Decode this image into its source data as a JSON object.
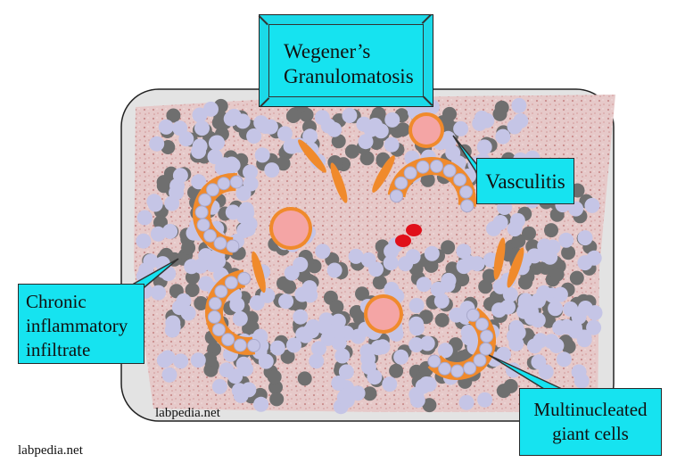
{
  "title": [
    "Wegener’s",
    "Granulomatosis"
  ],
  "labels": {
    "vasculitis": "Vasculitis",
    "chronic": [
      "Chronic",
      "inflammatory",
      "infiltrate"
    ],
    "giant": [
      "Multinucleated",
      "giant cells"
    ]
  },
  "watermark_inner": "labpedia.net",
  "watermark_outer": "labpedia.net",
  "colors": {
    "frame": "#e2e2e2",
    "tissue": "#e3c1c1",
    "lymphocyte": "#c5c5e6",
    "dark_cell": "#6f6f6f",
    "giant_cell": "#f08a2c",
    "vessel": "#f4a5a5",
    "rbc": "#e0101a",
    "label_fill": "#16e3f0"
  }
}
